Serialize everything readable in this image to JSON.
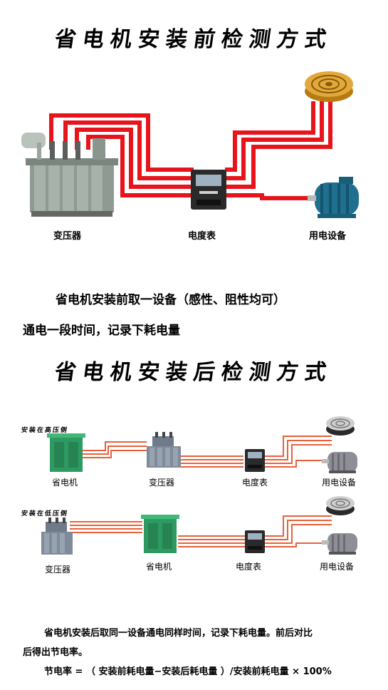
{
  "section1": {
    "title": "省电机安装前检测方式",
    "labels": {
      "transformer": "变压器",
      "meter": "电度表",
      "equipment": "用电设备"
    },
    "description_line1": "省电机安装前取一设备（感性、阻性均可）",
    "description_line2": "通电一段时间，记录下耗电量"
  },
  "section2": {
    "title": "省电机安装后检测方式",
    "high_side": {
      "label": "安装在高压侧",
      "items": [
        "省电机",
        "变压器",
        "电度表",
        "用电设备"
      ]
    },
    "low_side": {
      "label": "安装在低压侧",
      "items": [
        "变压器",
        "省电机",
        "电度表",
        "用电设备"
      ]
    },
    "description_line1": "省电机安装后取同一设备通电同样时间，记录下耗电量。前后对比",
    "description_line2": "后得出节电率。",
    "formula": "节电率 = （ 安装前耗电量−安装后耗电量 ）/安装前耗电量 × 100%"
  },
  "colors": {
    "wire_red": "#e8141b",
    "wire_orange": "#e8603a",
    "saver_green": "#2e9a62",
    "motor_blue": "#1f6f8e"
  }
}
